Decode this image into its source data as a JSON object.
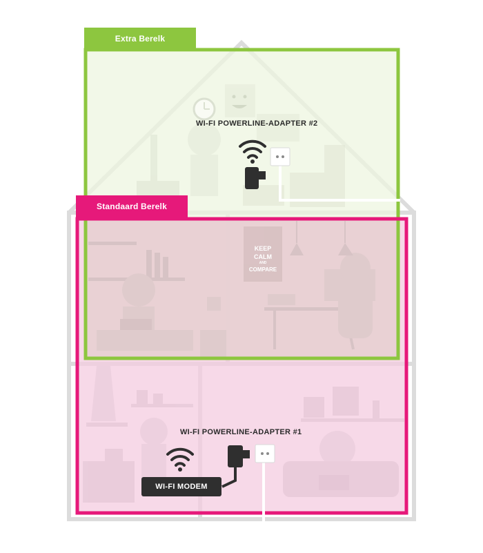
{
  "ranges": {
    "extra_label": "Extra Berelk",
    "standard_label": "Standaard Berelk"
  },
  "devices": {
    "adapter2_label": "WI-FI POWERLINE-ADAPTER #2",
    "adapter1_label": "WI-FI POWERLINE-ADAPTER #1",
    "modem_label": "WI-FI MODEM"
  },
  "poster": {
    "line1": "KEEP",
    "line2": "CALM",
    "line3": "AND",
    "line4": "COMPARE"
  },
  "colors": {
    "extra_range": "#8dc63f",
    "standard_range": "#e6197a",
    "house_outline": "#d9d9d9",
    "device": "#2f2f2f"
  },
  "icons": {
    "wifi": "wifi-icon",
    "plug": "powerline-adapter-icon",
    "socket": "wall-socket-icon"
  }
}
